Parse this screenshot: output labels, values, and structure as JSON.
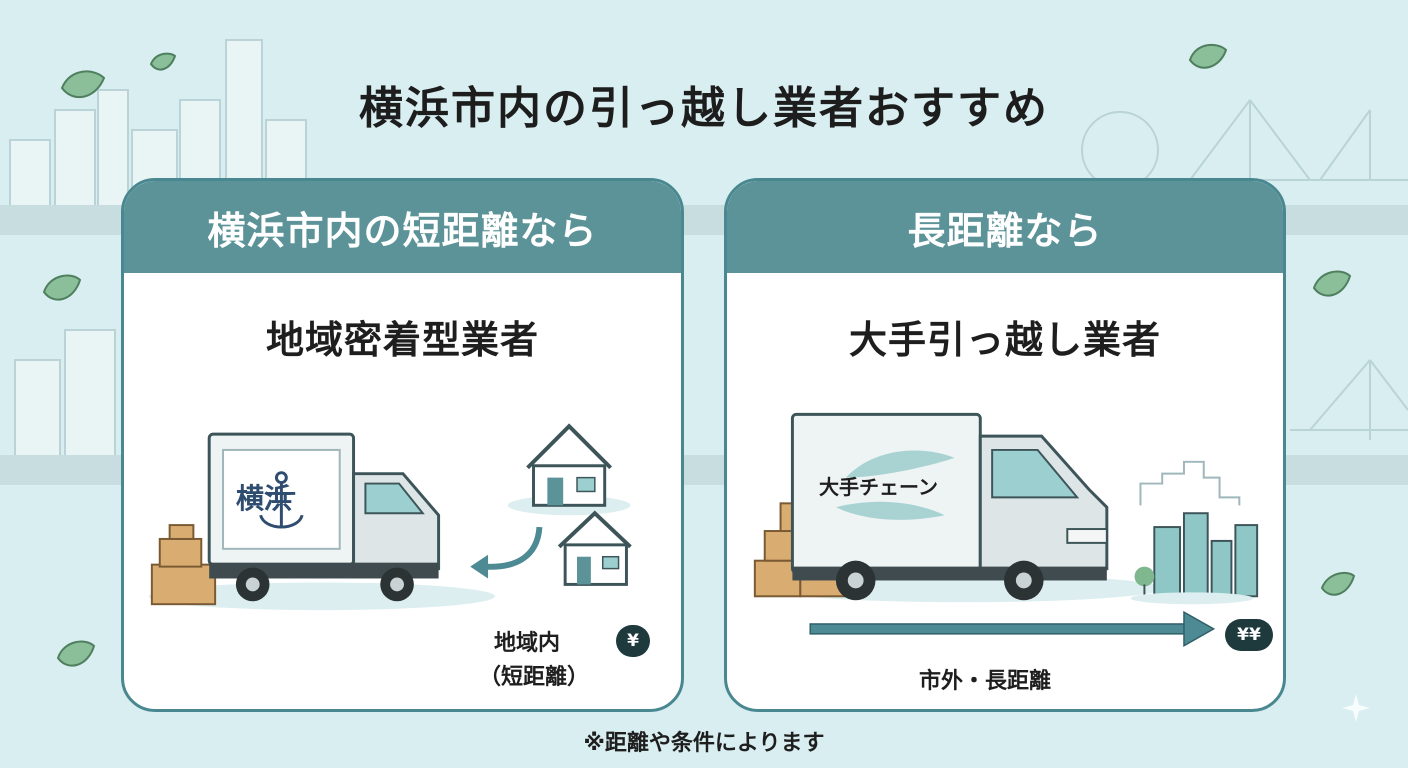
{
  "title": "横浜市内の引っ越し業者おすすめ",
  "left_card": {
    "header": "横浜市内の短距離なら",
    "subtitle": "地域密着型業者",
    "truck_text": "横浜",
    "range_line1": "地域内",
    "range_line2": "（短距離）",
    "price": "¥"
  },
  "right_card": {
    "header": "長距離なら",
    "subtitle": "大手引っ越し業者",
    "truck_text": "大手チェーン",
    "range": "市外・長距離",
    "price": "¥¥"
  },
  "note": "※距離や条件によります",
  "colors": {
    "accent": "#5c9399",
    "border": "#4a8891",
    "background": "#d8eef1",
    "price_badge": "#1f3a3d"
  }
}
